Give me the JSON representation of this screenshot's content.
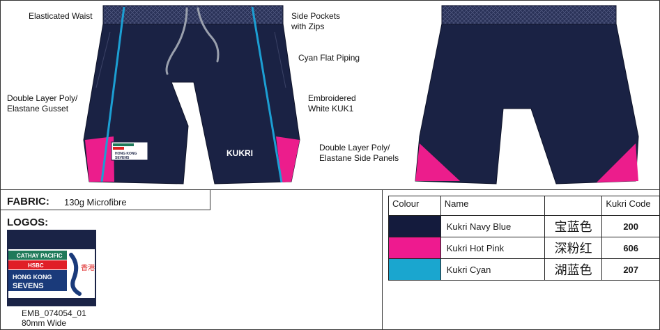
{
  "callouts": {
    "elasticated_waist": "Elasticated Waist",
    "side_pockets": [
      "Side Pockets",
      "with Zips"
    ],
    "cyan_piping": "Cyan Flat Piping",
    "gusset": [
      "Double Layer Poly/",
      "Elastane Gusset"
    ],
    "embroidered": [
      "Embroidered",
      "White KUK1"
    ],
    "side_panels": [
      "Double Layer Poly/",
      "Elastane Side Panels"
    ]
  },
  "garment": {
    "brand_mark": "KUKRI",
    "badge_lines": [
      "HONG KONG",
      "SEVENS"
    ]
  },
  "fabric": {
    "label": "FABRIC:",
    "value": "130g Microfibre"
  },
  "logos": {
    "label": "LOGOS:",
    "badge": {
      "sponsor": "CATHAY PACIFIC",
      "bank": "HSBC",
      "line1": "HONG KONG",
      "line2": "SEVENS",
      "chinese": "香港"
    },
    "code": "EMB_074054_01",
    "size": "80mm Wide"
  },
  "colour_table": {
    "headers": {
      "colour": "Colour",
      "name": "Name",
      "chinese": "",
      "code": "Kukri Code"
    },
    "rows": [
      {
        "swatch": "#141b3d",
        "name": "Kukri Navy Blue",
        "chinese": "宝蓝色",
        "code": "200"
      },
      {
        "swatch": "#ee1a8f",
        "name": "Kukri Hot Pink",
        "chinese": "深粉红",
        "code": "606"
      },
      {
        "swatch": "#1aa6cf",
        "name": "Kukri Cyan",
        "chinese": "湖蓝色",
        "code": "207"
      }
    ]
  },
  "colors": {
    "navy": "#1a2244",
    "pink": "#ec1d8c",
    "cyan": "#1c9fd3",
    "waist": "#2a3258"
  }
}
